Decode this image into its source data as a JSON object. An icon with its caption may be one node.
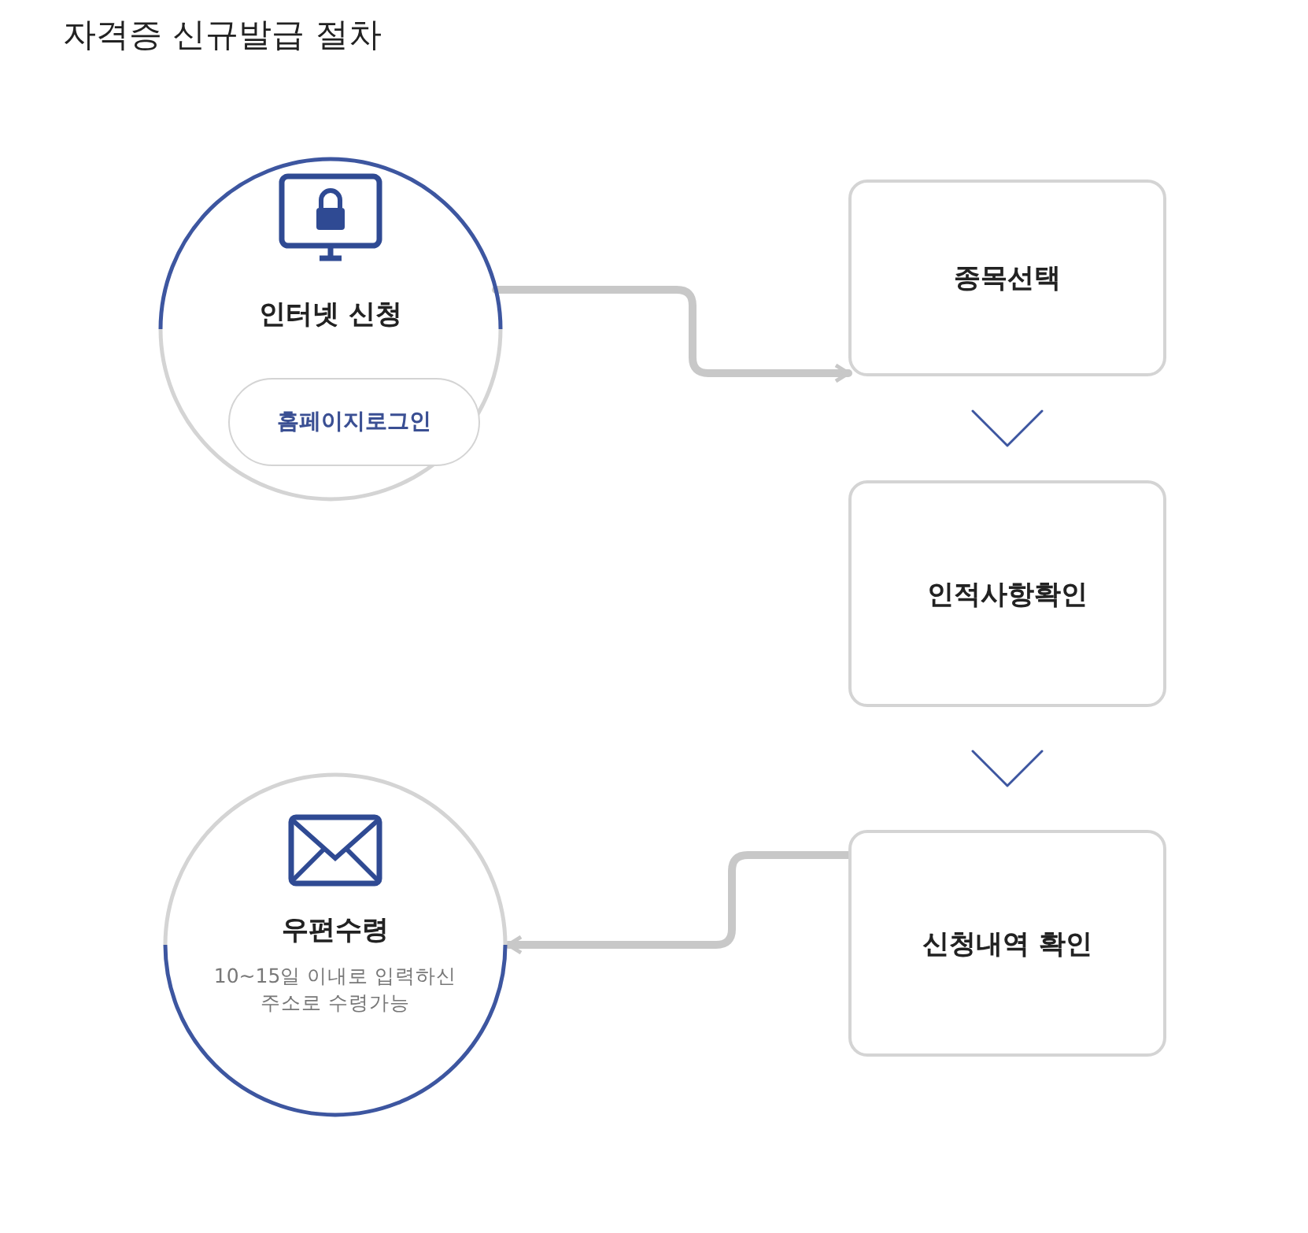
{
  "diagram": {
    "title": "자격증 신규발급 절차",
    "nodes": [
      {
        "text": [
          "인터넷 신청"
        ]
      },
      {
        "text": [
          "홈페이지로그인"
        ],
        "in": 0
      },
      {
        "text": [
          "종목선택"
        ]
      },
      {
        "text": [
          "인적사항확인"
        ]
      },
      {
        "text": [
          "신청내역 확인"
        ]
      },
      {
        "text": [
          "우편수령",
          "10~15일 이내로 입력하신 주소로 수령가능"
        ]
      }
    ],
    "edges": [
      {
        "from": 0,
        "to": 2,
        "arrow": "to",
        "style": "thick"
      },
      {
        "from": 2,
        "to": 3,
        "arrow": "to",
        "color": "#3d56a0"
      },
      {
        "from": 3,
        "to": 4,
        "arrow": "to",
        "color": "#3d56a0"
      },
      {
        "from": 4,
        "to": 5,
        "arrow": "to",
        "style": "thick"
      }
    ]
  }
}
